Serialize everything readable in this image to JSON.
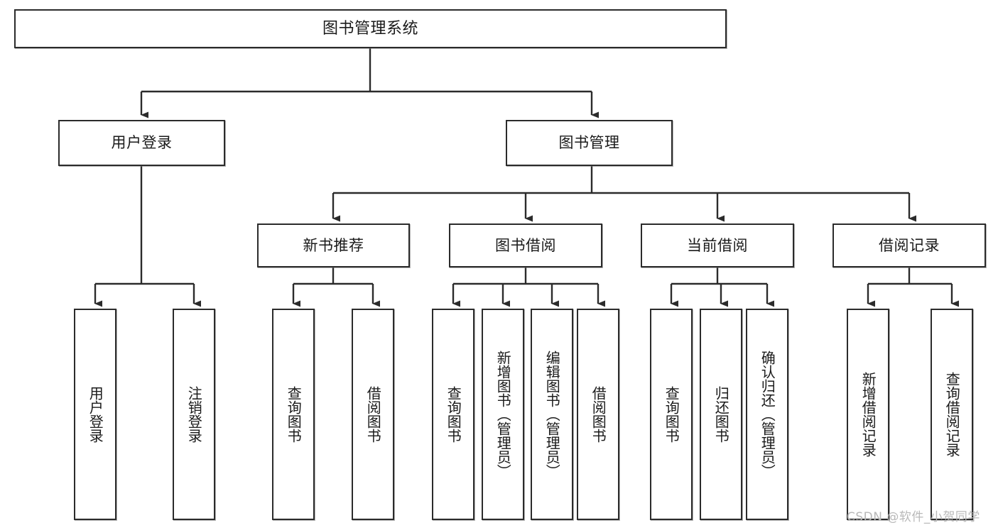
{
  "diagram": {
    "type": "tree-flowchart",
    "title": "图书管理系统",
    "orientation": "top-down",
    "colors": {
      "box_border": "#2b2b2b",
      "box_fill": "#ffffff",
      "edge": "#2b2b2b",
      "text": "#1a1a1a",
      "watermark": "#b9b9b9"
    },
    "nodes": {
      "root": {
        "label": "图书管理系统",
        "orientation": "horizontal",
        "level": 1
      },
      "l2": [
        {
          "label": "用户登录",
          "orientation": "horizontal",
          "level": 2
        },
        {
          "label": "图书管理",
          "orientation": "horizontal",
          "level": 2
        }
      ],
      "l3": [
        {
          "label": "新书推荐",
          "orientation": "horizontal",
          "level": 3
        },
        {
          "label": "图书借阅",
          "orientation": "horizontal",
          "level": 3
        },
        {
          "label": "当前借阅",
          "orientation": "horizontal",
          "level": 3
        },
        {
          "label": "借阅记录",
          "orientation": "horizontal",
          "level": 3
        }
      ],
      "leaves": {
        "user_login": [
          {
            "label": "用户登录",
            "orientation": "vertical"
          },
          {
            "label": "注销登录",
            "orientation": "vertical"
          }
        ],
        "new_book_recommend": [
          {
            "label": "查询图书",
            "orientation": "vertical"
          },
          {
            "label": "借阅图书",
            "orientation": "vertical"
          }
        ],
        "book_borrow": [
          {
            "label": "查询图书",
            "orientation": "vertical"
          },
          {
            "label": "新增图书（管理员）",
            "orientation": "vertical"
          },
          {
            "label": "编辑图书（管理员）",
            "orientation": "vertical"
          },
          {
            "label": "借阅图书",
            "orientation": "vertical"
          }
        ],
        "current_borrow": [
          {
            "label": "查询图书",
            "orientation": "vertical"
          },
          {
            "label": "归还图书",
            "orientation": "vertical"
          },
          {
            "label": "确认归还（管理员）",
            "orientation": "vertical"
          }
        ],
        "borrow_record": [
          {
            "label": "新增借阅记录",
            "orientation": "vertical"
          },
          {
            "label": "查询借阅记录",
            "orientation": "vertical"
          }
        ]
      }
    },
    "watermark": "CSDN @软件_小贺同学"
  }
}
